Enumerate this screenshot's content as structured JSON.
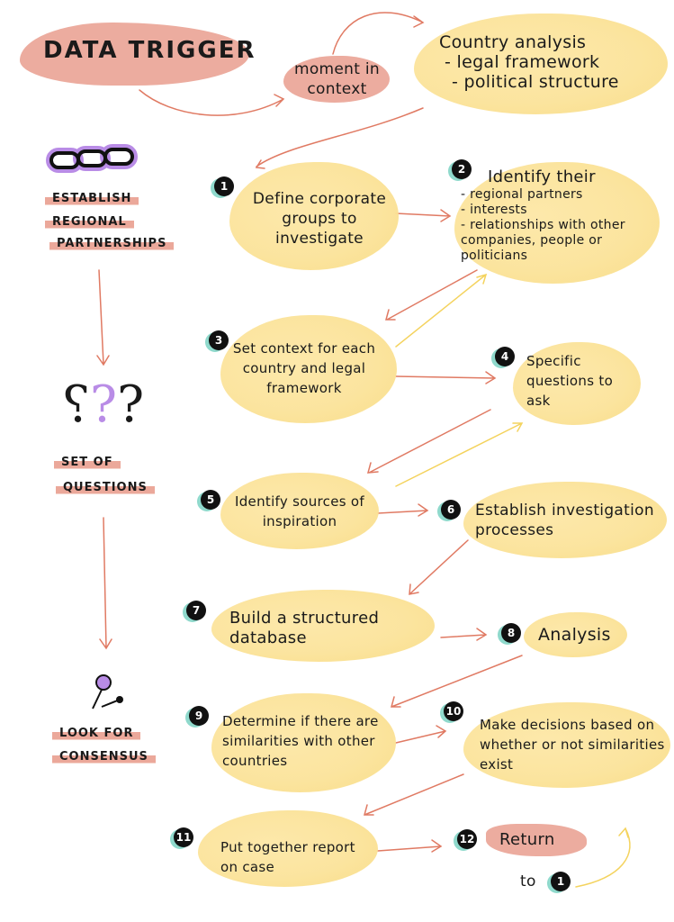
{
  "title": "DATA TRIGGER",
  "moment": "moment in context",
  "country": {
    "heading": "Country analysis",
    "items": [
      "- legal framework",
      "- political structure"
    ]
  },
  "sidebar": {
    "partnerships": [
      "ESTABLISH",
      "REGIONAL",
      "PARTNERSHIPS"
    ],
    "questions": [
      "SET OF",
      "QUESTIONS"
    ],
    "consensus": [
      "LOOK FOR",
      "CONSENSUS"
    ]
  },
  "steps": [
    {
      "num": "1",
      "text": "Define corporate groups to investigate"
    },
    {
      "num": "2",
      "text": "Identify their",
      "items": [
        "- regional partners",
        "- interests",
        "- relationships with other companies, people or politicians"
      ]
    },
    {
      "num": "3",
      "text": "Set context for each country and legal framework"
    },
    {
      "num": "4",
      "text": "Specific questions to ask"
    },
    {
      "num": "5",
      "text": "Identify sources of inspiration"
    },
    {
      "num": "6",
      "text": "Establish investigation processes"
    },
    {
      "num": "7",
      "text": "Build a structured database"
    },
    {
      "num": "8",
      "text": "Analysis"
    },
    {
      "num": "9",
      "text": "Determine if there are similarities with other countries"
    },
    {
      "num": "10",
      "text": "Make decisions based on whether or not similarities exist"
    },
    {
      "num": "11",
      "text": "Put together report on case"
    },
    {
      "num": "12",
      "text": "Return"
    }
  ],
  "return_to": {
    "prefix": "to",
    "num": "1"
  },
  "colors": {
    "yellow": "#fbe39a",
    "pink": "#eba89a",
    "arrow": "#e07a63",
    "teal": "#8fd9cc"
  }
}
